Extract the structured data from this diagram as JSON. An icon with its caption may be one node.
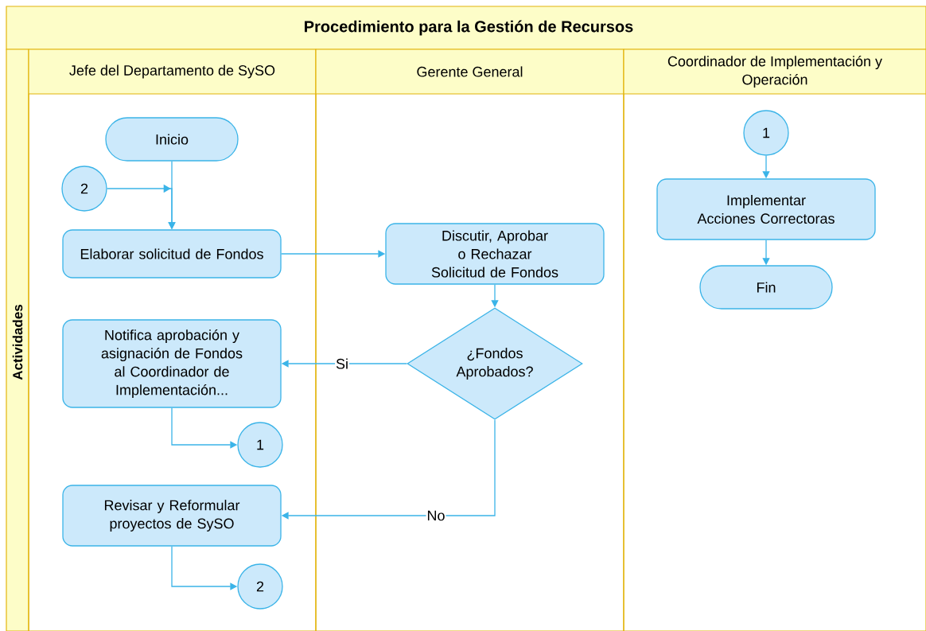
{
  "diagram": {
    "title": "Procedimiento para la Gestión de Recursos",
    "nodes": [
      {
        "text": [
          "Jefe del Departamento de SySO"
        ]
      },
      {
        "text": [
          "Gerente General"
        ]
      },
      {
        "text": [
          "Coordinador de Implementación y Operación"
        ]
      },
      {
        "text": [
          "Inicio"
        ],
        "in": 0
      },
      {
        "text": [
          "2"
        ],
        "in": 0
      },
      {
        "text": [
          "Elaborar solicitud de Fondos"
        ],
        "in": 0
      },
      {
        "text": [
          "Discutir, Aprobar o Rechazar Solicitud de Fondos"
        ],
        "in": 1
      },
      {
        "text": [
          "Notifica aprobación y asignación de Fondos al Coordinador de Implementación..."
        ],
        "in": 0
      },
      {
        "text": [
          "¿Fondos Aprobados?"
        ],
        "in": 1
      },
      {
        "text": [
          "1"
        ],
        "in": 0
      },
      {
        "text": [
          "Revisar y Reformular proyectos de SySO"
        ],
        "in": 0
      },
      {
        "text": [
          "2"
        ],
        "in": 0
      },
      {
        "text": [
          "1"
        ],
        "in": 2
      },
      {
        "text": [
          "Implementar Acciones Correctoras"
        ],
        "in": 2
      },
      {
        "text": [
          "Fin"
        ],
        "in": 2
      }
    ],
    "edges": [
      {
        "from": 3,
        "to": 5,
        "arrow": "to"
      },
      {
        "from": 4,
        "to": 5,
        "arrow": "to"
      },
      {
        "from": 5,
        "to": 6,
        "arrow": "to"
      },
      {
        "from": 6,
        "to": 8,
        "arrow": "to"
      },
      {
        "from": 8,
        "to": 7,
        "arrow": "to",
        "label": "Si"
      },
      {
        "from": 8,
        "to": 10,
        "arrow": "to",
        "label": "No"
      },
      {
        "from": 7,
        "to": 9,
        "arrow": "to"
      },
      {
        "from": 10,
        "to": 11,
        "arrow": "to"
      },
      {
        "from": 12,
        "to": 13,
        "arrow": "to"
      },
      {
        "from": 13,
        "to": 14,
        "arrow": "to"
      }
    ],
    "labels": [
      "Actividades"
    ]
  }
}
